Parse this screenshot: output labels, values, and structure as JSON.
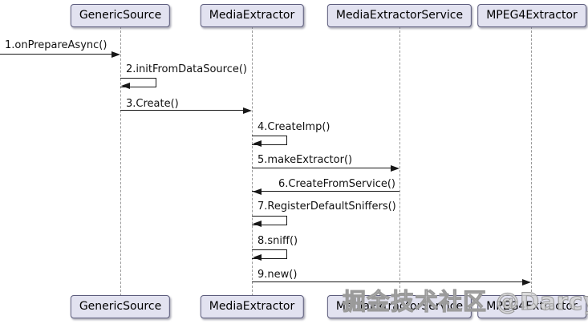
{
  "diagram": {
    "type": "uml-sequence-diagram",
    "participants": [
      {
        "name": "GenericSource"
      },
      {
        "name": "MediaExtractor"
      },
      {
        "name": "MediaExtractorService"
      },
      {
        "name": "MPEG4Extractor"
      }
    ],
    "messages": [
      {
        "label": "1.onPrepareAsync()",
        "from": "external",
        "to": "GenericSource",
        "kind": "incoming"
      },
      {
        "label": "2.initFromDataSource()",
        "from": "GenericSource",
        "to": "GenericSource",
        "kind": "self"
      },
      {
        "label": "3.Create()",
        "from": "GenericSource",
        "to": "MediaExtractor",
        "kind": "call"
      },
      {
        "label": "4.CreateImp()",
        "from": "MediaExtractor",
        "to": "MediaExtractor",
        "kind": "self"
      },
      {
        "label": "5.makeExtractor()",
        "from": "MediaExtractor",
        "to": "MediaExtractorService",
        "kind": "call"
      },
      {
        "label": "6.CreateFromService()",
        "from": "MediaExtractorService",
        "to": "MediaExtractor",
        "kind": "call"
      },
      {
        "label": "7.RegisterDefaultSniffers()",
        "from": "MediaExtractor",
        "to": "MediaExtractor",
        "kind": "self"
      },
      {
        "label": "8.sniff()",
        "from": "MediaExtractor",
        "to": "MediaExtractor",
        "kind": "self"
      },
      {
        "label": "9.new()",
        "from": "MediaExtractor",
        "to": "MPEG4Extractor",
        "kind": "call"
      }
    ],
    "watermark": "掘金技术社区 @DarcyZhou",
    "colors": {
      "background": "#FFFFFF",
      "participant_fill": "#E2E2F0",
      "participant_border": "#5C5C7C",
      "lifeline": "#999999",
      "arrow": "#181818",
      "watermark_outline": "#9A9A9A"
    }
  }
}
